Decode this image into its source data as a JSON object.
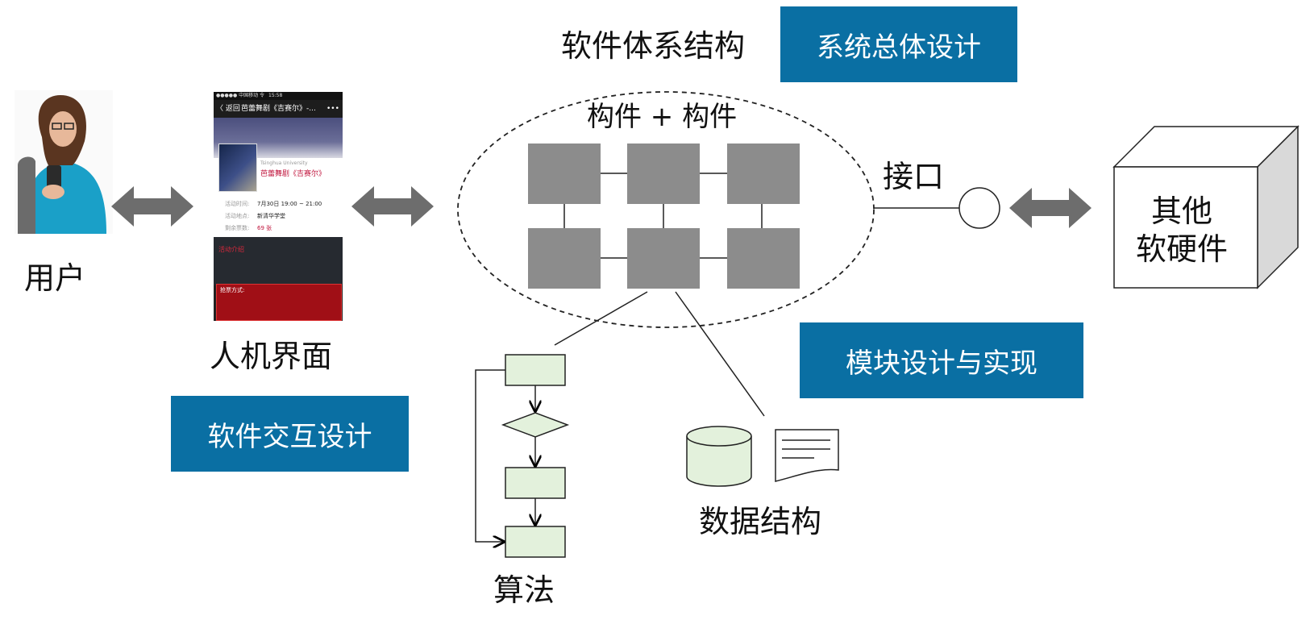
{
  "labels": {
    "user": "用户",
    "hmi": "人机界面",
    "architecture": "软件体系结构",
    "components": "构件 + 构件",
    "interface": "接口",
    "other_line1": "其他",
    "other_line2": "软硬件",
    "algorithm": "算法",
    "data_structure": "数据结构"
  },
  "boxes": {
    "system_design": "系统总体设计",
    "module_design": "模块设计与实现",
    "interaction_design": "软件交互设计"
  },
  "phone": {
    "carrier": "●●●●● 中国移动 令",
    "time": "15:58",
    "back": "〈 返回",
    "title": "芭蕾舞剧《吉赛尔》-...",
    "more": "•••",
    "university": "Tsinghua University",
    "event_title": "芭蕾舞剧《吉赛尔》",
    "row1_label": "活动时间:",
    "row1_value": "7月30日 19:00 ~ 21:00",
    "row2_label": "活动地点:",
    "row2_value": "新清华学堂",
    "row3_label": "剩余票数:",
    "row3_value": "69 张",
    "section": "活动介绍",
    "ticket_head": "抢票方式:"
  },
  "colors": {
    "box_fill": "#0a6fa3",
    "arrow": "#6d6d6d",
    "component": "#8c8c8c",
    "flow_fill": "#e3f1dc"
  },
  "icons": [
    "user-photo",
    "phone-screenshot",
    "double-arrow-icon",
    "interface-circle-icon",
    "cube-icon",
    "database-cylinder-icon",
    "document-icon"
  ]
}
